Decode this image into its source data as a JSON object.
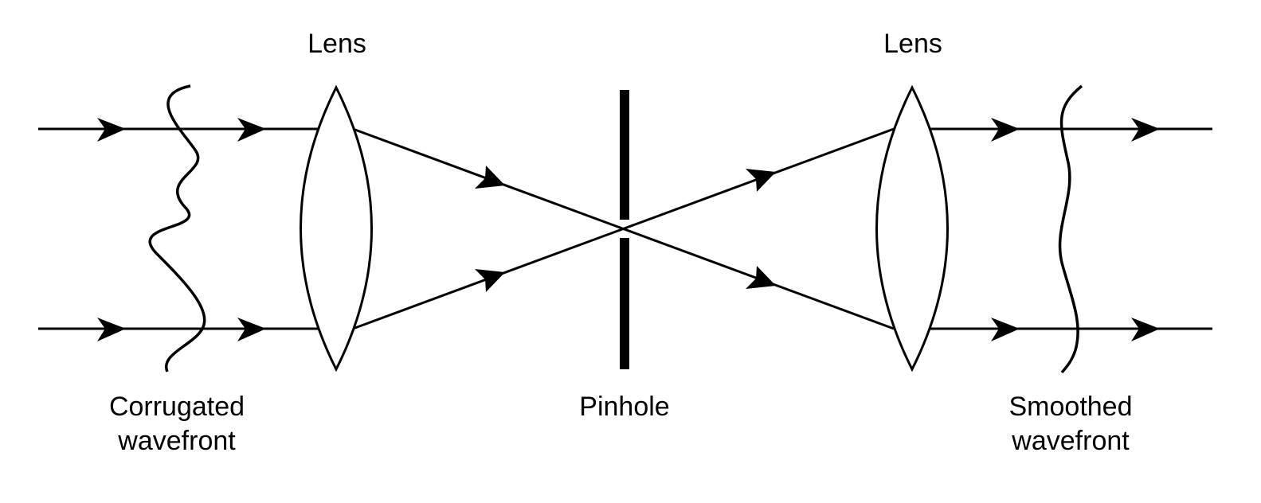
{
  "labels": {
    "lens_left": "Lens",
    "lens_right": "Lens",
    "corrugated_line1": "Corrugated",
    "corrugated_line2": "wavefront",
    "pinhole": "Pinhole",
    "smoothed_line1": "Smoothed",
    "smoothed_line2": "wavefront"
  }
}
